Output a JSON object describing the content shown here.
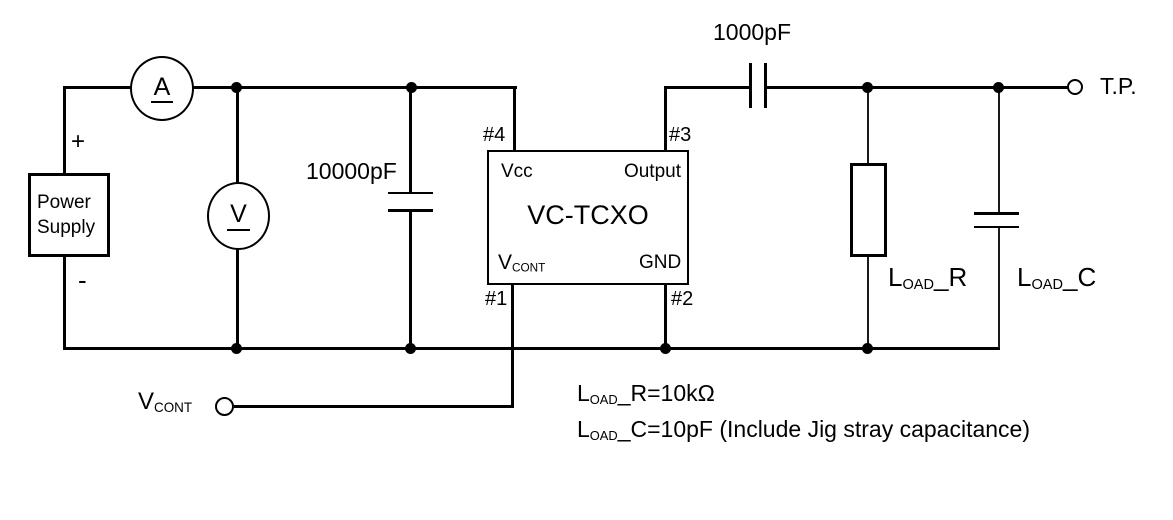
{
  "power_supply": {
    "line1": "Power",
    "line2": "Supply",
    "plus": "+",
    "minus": "-"
  },
  "meters": {
    "ammeter": "A",
    "voltmeter": "V"
  },
  "capacitors": {
    "bypass": "10000pF",
    "coupling": "1000pF"
  },
  "tcxo": {
    "name": "VC-TCXO",
    "vcc": "Vcc",
    "output": "Output",
    "vcont_main": "V",
    "vcont_sub": "CONT",
    "gnd": "GND",
    "pin1": "#1",
    "pin2": "#2",
    "pin3": "#3",
    "pin4": "#4"
  },
  "test_point": {
    "label": "T.P."
  },
  "load_r_label": {
    "main": "L",
    "sub": "OAD",
    "rest": "_R"
  },
  "load_c_label": {
    "main": "L",
    "sub": "OAD",
    "rest": "_C"
  },
  "vcont_input": {
    "main": "V",
    "sub": "CONT"
  },
  "notes": {
    "line1_main": "L",
    "line1_sub": "OAD",
    "line1_rest": "_R=10kΩ",
    "line2_main": "L",
    "line2_sub": "OAD",
    "line2_rest": "_C=10pF (Include Jig stray capacitance)"
  },
  "colors": {
    "line": "#000000",
    "background": "#ffffff"
  }
}
